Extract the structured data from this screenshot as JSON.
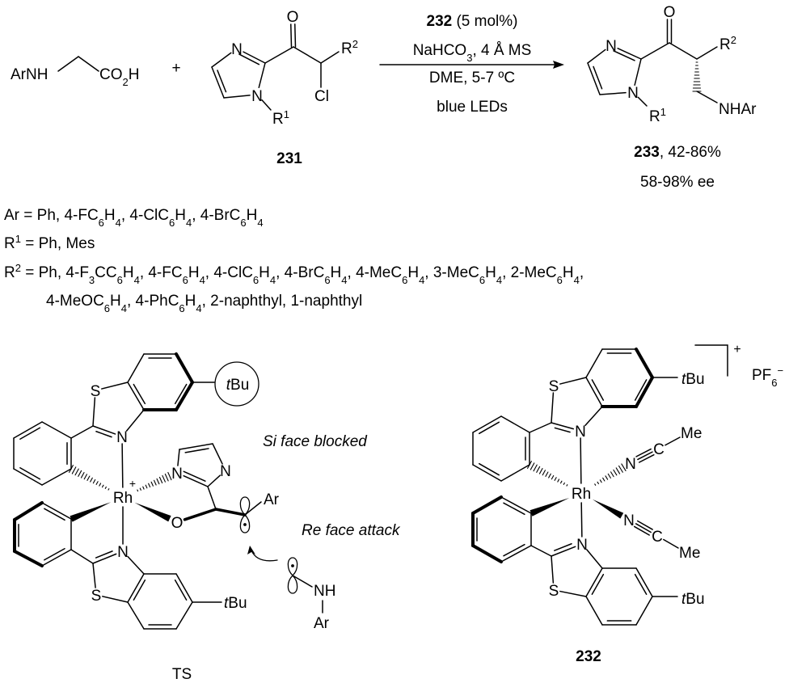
{
  "reaction": {
    "amine_part": "ArNH",
    "acid_part": "CO2H",
    "plus": "+",
    "substrate": {
      "ring_N": "N",
      "sub_N": "N",
      "carbonyl_O": "O",
      "R2": "R2",
      "Cl": "Cl",
      "R1": "R1",
      "label": "231"
    },
    "conditions": {
      "catalyst_id": "232",
      "catalyst_loading": " (5 mol%)",
      "line2": "NaHCO3, 4 Å MS",
      "line3": "DME, 5-7 ºC",
      "line4": "blue LEDs"
    },
    "product": {
      "ring_N": "N",
      "sub_N": "N",
      "carbonyl_O": "O",
      "R2": "R2",
      "NHAr": "NHAr",
      "R1": "R1",
      "label": "233",
      "yield": ", 42-86%",
      "ee": "58-98% ee"
    }
  },
  "substituents": [
    "Ar = Ph, 4-FC6H4, 4-ClC6H4, 4-BrC6H4",
    "R1 = Ph, Mes",
    "R2 = Ph, 4-F3CC6H4, 4-FC6H4, 4-ClC6H4, 4-BrC6H4, 4-MeC6H4, 3-MeC6H4, 2-MeC6H4,",
    "4-MeOC6H4, 4-PhC6H4, 2-naphthyl, 1-naphthyl"
  ],
  "ts": {
    "S_upper": "S",
    "N_upper": "N",
    "tBu_upper": "tBu",
    "metal": "Rh",
    "charge": "+",
    "imid_N1": "N",
    "imid_N3": "N",
    "O": "O",
    "Ar_radical": "Ar",
    "N_lower": "N",
    "S_lower": "S",
    "tBu_lower": "tBu",
    "NH": "NH",
    "Ar_amine": "Ar",
    "si_face": "Si face blocked",
    "re_face": "Re face attack",
    "label": "TS"
  },
  "catalyst": {
    "S_upper": "S",
    "N_upper": "N",
    "tBu_upper": "tBu",
    "metal": "Rh",
    "nitrile1_N": "N",
    "nitrile1_C": "C",
    "nitrile1_Me": "Me",
    "nitrile2_N": "N",
    "nitrile2_C": "C",
    "nitrile2_Me": "Me",
    "N_lower": "N",
    "S_lower": "S",
    "tBu_lower": "tBu",
    "charge": "+",
    "counterion": "PF6−",
    "label": "232"
  }
}
